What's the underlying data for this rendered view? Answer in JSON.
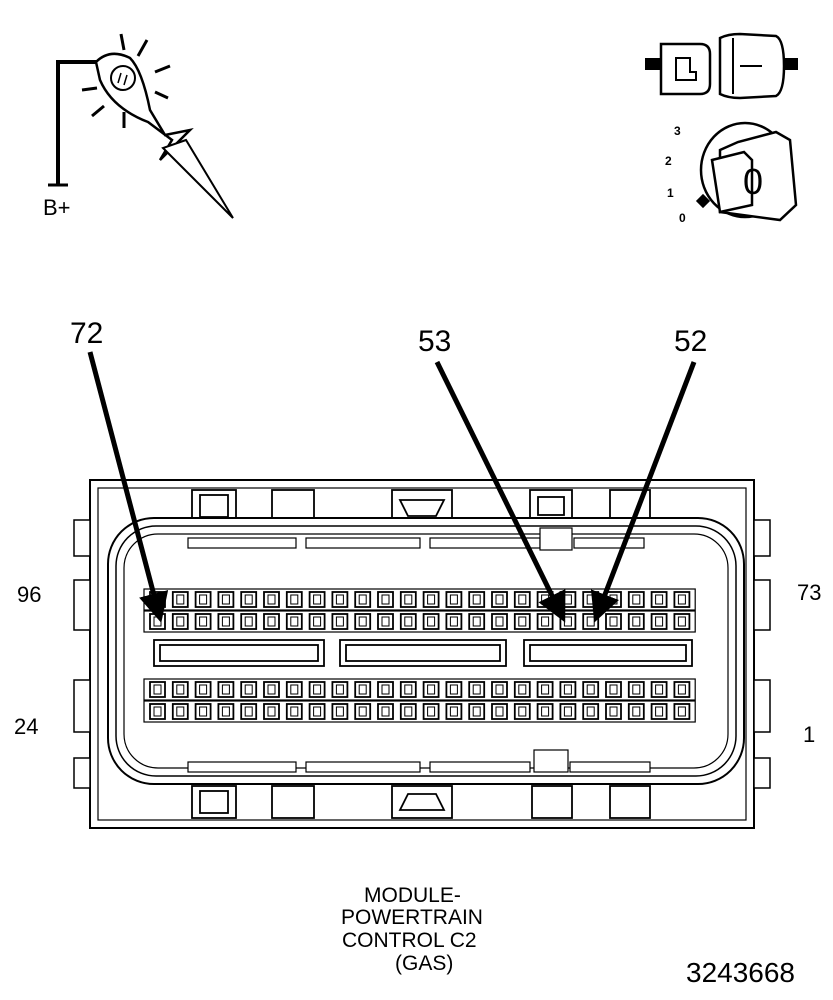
{
  "icons": {
    "test_light": {
      "name": "test-light-icon",
      "label": "B+"
    },
    "connector": {
      "name": "disconnected-connector-icon"
    },
    "ignition": {
      "name": "ignition-key-off-icon",
      "positions": [
        "3",
        "2",
        "1",
        "0"
      ],
      "key_label": "0"
    }
  },
  "connector": {
    "corner_labels": {
      "top_left": "96",
      "top_right": "73",
      "bottom_left": "24",
      "bottom_right": "1"
    },
    "callouts": [
      {
        "label": "72",
        "pin": 72
      },
      {
        "label": "53",
        "pin": 53
      },
      {
        "label": "52",
        "pin": 52
      }
    ],
    "title_lines": [
      "MODULE-",
      "POWERTRAIN",
      "CONTROL C2",
      "(GAS)"
    ]
  },
  "figure_number": "3243668"
}
